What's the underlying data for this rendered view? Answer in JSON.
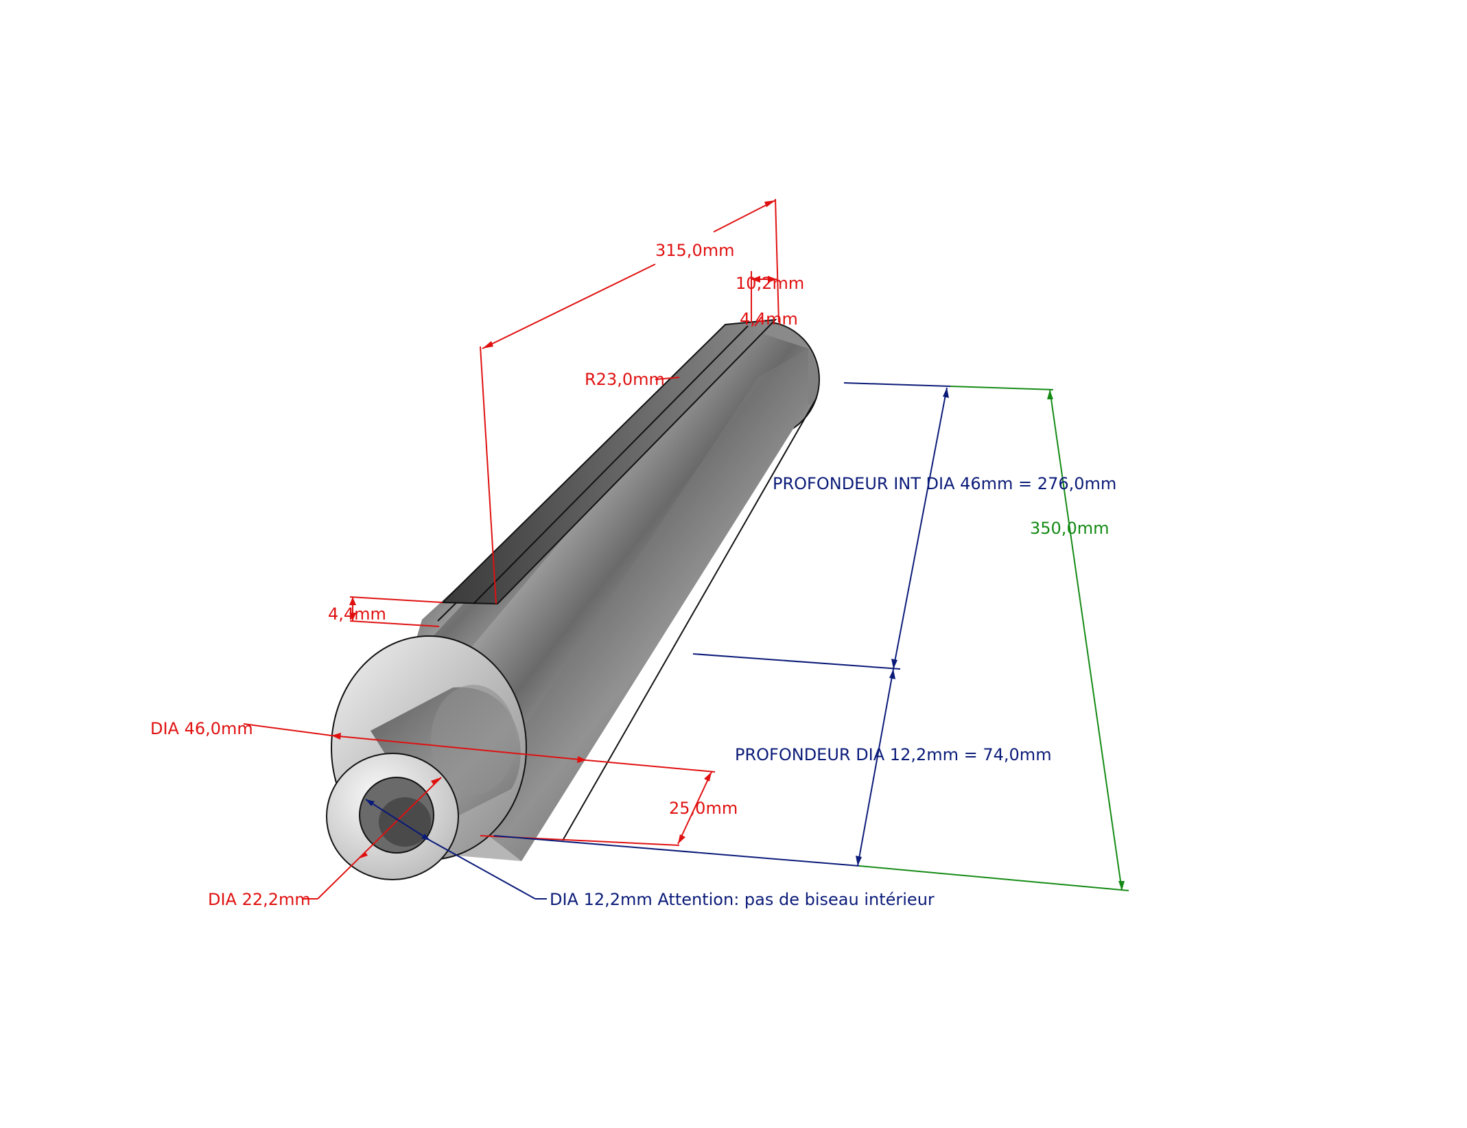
{
  "dimensions": {
    "total_length": "315,0mm",
    "slot_width_top": "10,2mm",
    "slot_depth_top": "4,4mm",
    "radius": "R23,0mm",
    "slot_depth_front": "4,4mm",
    "outer_diameter": "DIA 46,0mm",
    "shoulder_length": "25,0mm",
    "tube_diameter": "DIA 22,2mm",
    "bore_note": "DIA 12,2mm Attention: pas de biseau intérieur",
    "depth_int_46": "PROFONDEUR INT DIA 46mm = 276,0mm",
    "depth_12": "PROFONDEUR DIA 12,2mm = 74,0mm",
    "overall_length": "350,0mm"
  },
  "colors": {
    "dimension_red": "#e01010",
    "dimension_blue": "#0a1a78",
    "dimension_green": "#148a14",
    "metal": "#8c8c8c"
  }
}
